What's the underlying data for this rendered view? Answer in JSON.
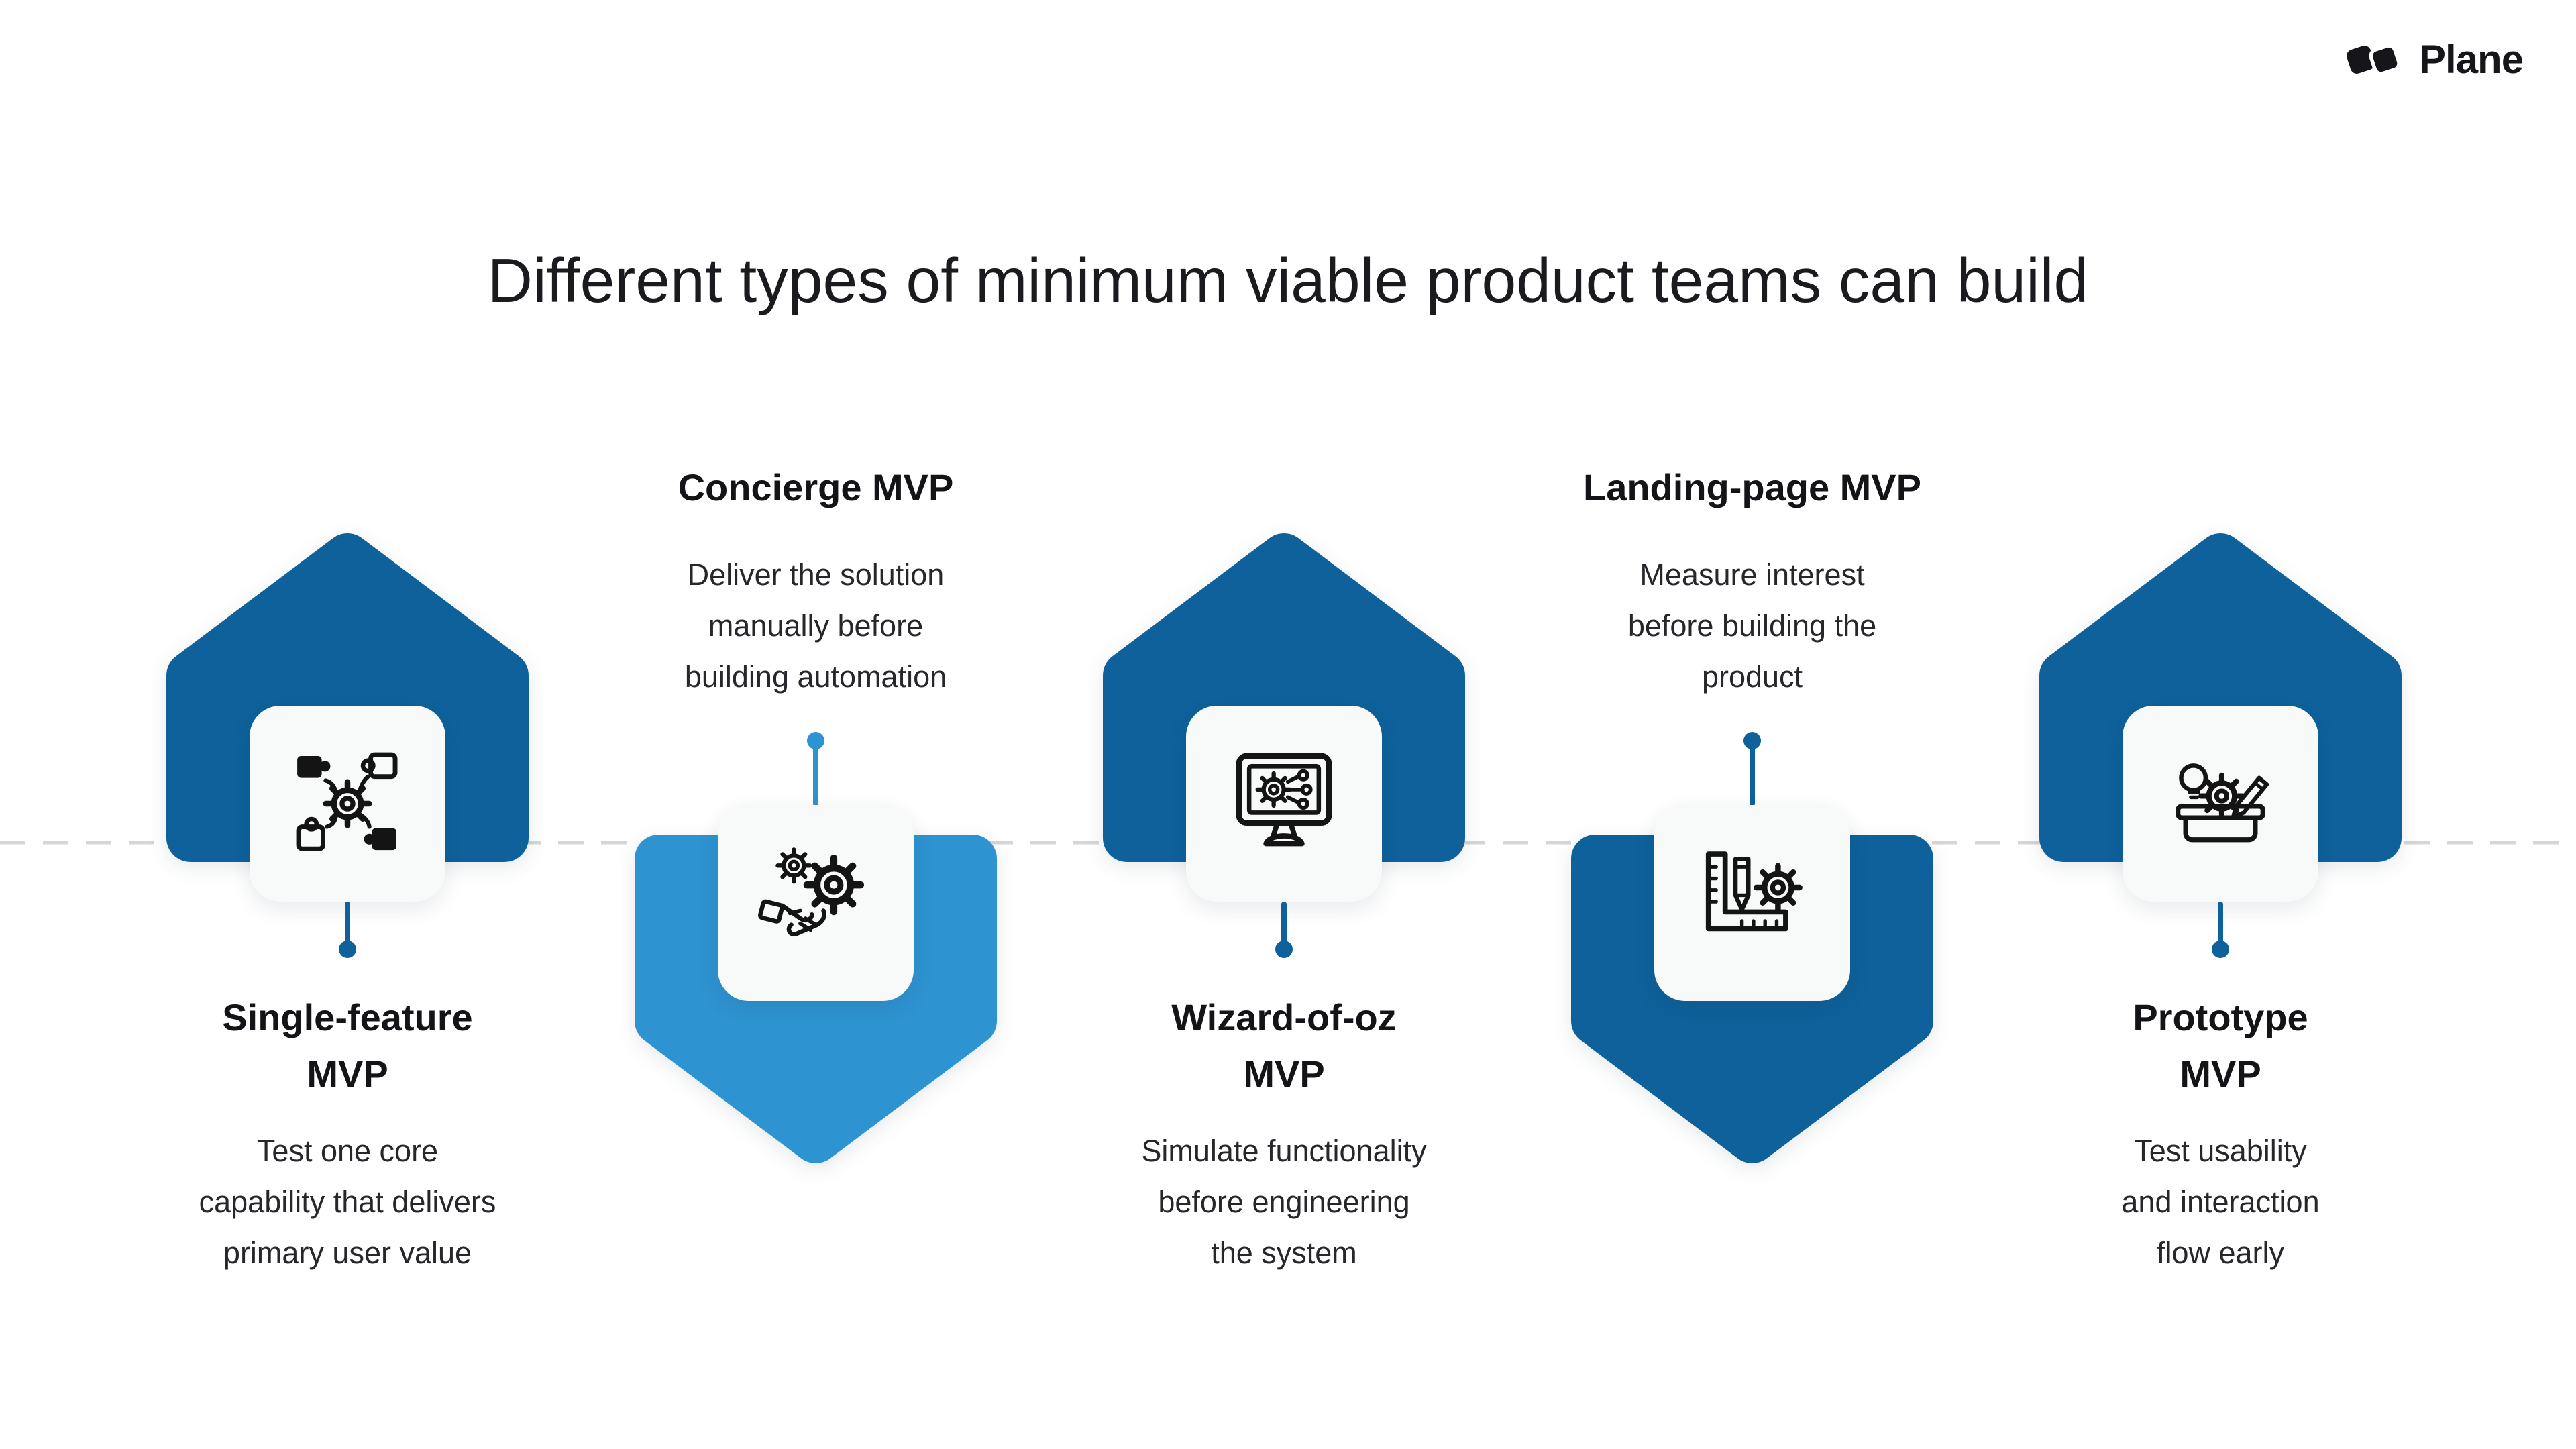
{
  "header": {
    "brand": {
      "name": "Plane",
      "logo_icon": "plane-logo-icon"
    }
  },
  "title": "Different types of minimum viable product teams can build",
  "colors": {
    "background": "#ffffff",
    "dark_blue": "#0e619b",
    "light_blue": "#2e93d1",
    "connector_line": "#d6d6d6",
    "card_background": "#f8f9f9",
    "text_primary": "#141418",
    "text_secondary": "#26262b"
  },
  "columns": [
    {
      "id": "single-feature",
      "direction": "up",
      "accent": "#0e619b",
      "title": "Single-feature MVP",
      "title_lines": [
        "Single-feature",
        "MVP"
      ],
      "description": "Test one core capability that delivers primary user value",
      "description_lines": [
        "Test one core",
        "capability that delivers",
        "primary user value"
      ],
      "icon": "puzzle-workflow-icon"
    },
    {
      "id": "concierge",
      "direction": "down",
      "accent": "#2e93d1",
      "title": "Concierge MVP",
      "title_lines": [
        "Concierge MVP"
      ],
      "description": "Deliver the solution manually before building automation",
      "description_lines": [
        "Deliver the solution",
        "manually before",
        "building automation"
      ],
      "icon": "handshake-gears-icon"
    },
    {
      "id": "wizard-of-oz",
      "direction": "up",
      "accent": "#0e619b",
      "title": "Wizard-of-oz MVP",
      "title_lines": [
        "Wizard-of-oz",
        "MVP"
      ],
      "description": "Simulate functionality before engineering the system",
      "description_lines": [
        "Simulate functionality",
        "before engineering",
        "the system"
      ],
      "icon": "monitor-automation-icon"
    },
    {
      "id": "landing-page",
      "direction": "down",
      "accent": "#0e619b",
      "title": "Landing-page MVP",
      "title_lines": [
        "Landing-page MVP"
      ],
      "description": "Measure interest before building the product",
      "description_lines": [
        "Measure interest",
        "before building the",
        "product"
      ],
      "icon": "ruler-pencil-gear-icon"
    },
    {
      "id": "prototype",
      "direction": "up",
      "accent": "#0e619b",
      "title": "Prototype MVP",
      "title_lines": [
        "Prototype",
        "MVP"
      ],
      "description": "Test usability and interaction flow early",
      "description_lines": [
        "Test usability",
        "and interaction",
        "flow early"
      ],
      "icon": "prototype-toolbox-icon"
    }
  ]
}
